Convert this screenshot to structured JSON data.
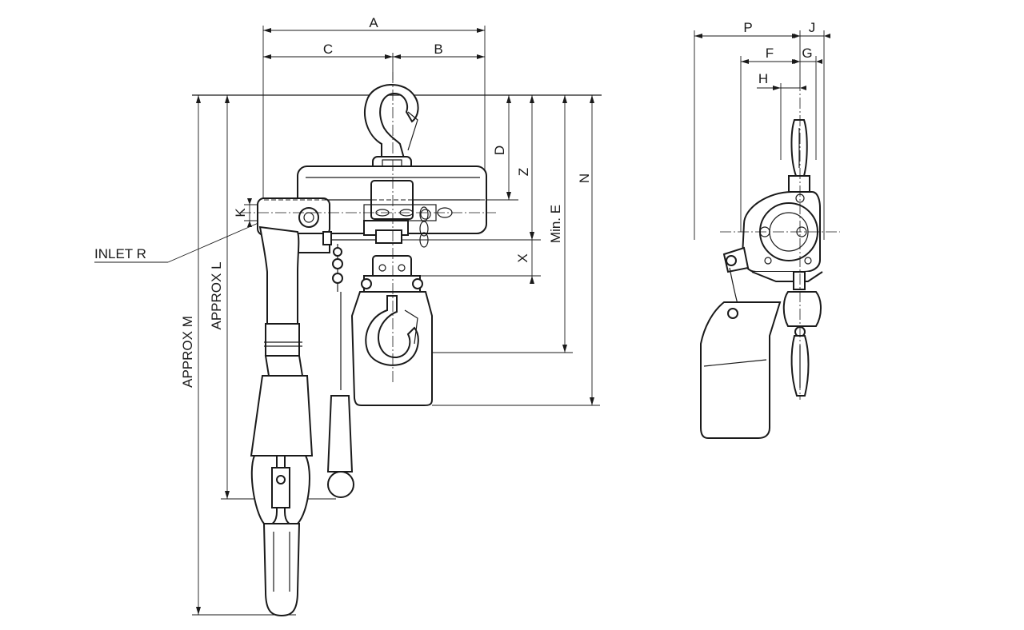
{
  "front_view": {
    "dimensions": {
      "A": "A",
      "B": "B",
      "C": "C",
      "D": "D",
      "Z": "Z",
      "N": "N",
      "K": "K",
      "X": "X",
      "min_e": "Min. E",
      "approx_l": "APPROX L",
      "approx_m": "APPROX M"
    },
    "inlet_label": "INLET R"
  },
  "side_view": {
    "dimensions": {
      "P": "P",
      "J": "J",
      "F": "F",
      "G": "G",
      "H": "H"
    }
  }
}
